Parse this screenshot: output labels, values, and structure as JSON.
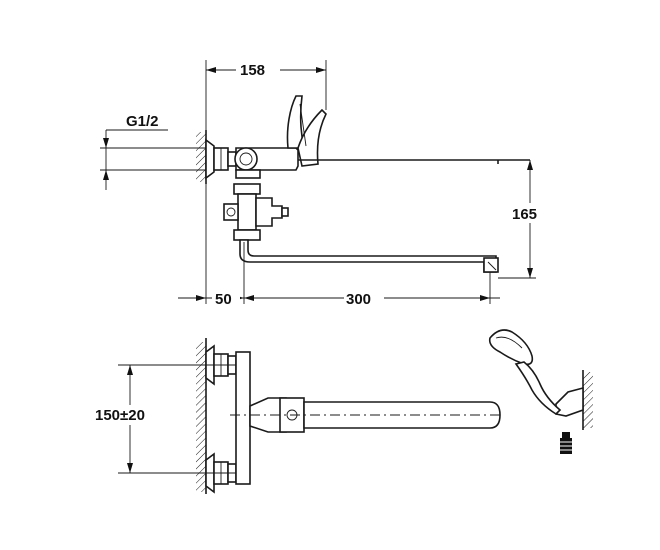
{
  "dimensions": {
    "spout_offset_top": "158",
    "inlet_thread": "G1/2",
    "height_165": "165",
    "wall_50": "50",
    "spout_300": "300",
    "centers": "150±20"
  },
  "colors": {
    "line": "#1a1a1a",
    "background": "#ffffff"
  }
}
